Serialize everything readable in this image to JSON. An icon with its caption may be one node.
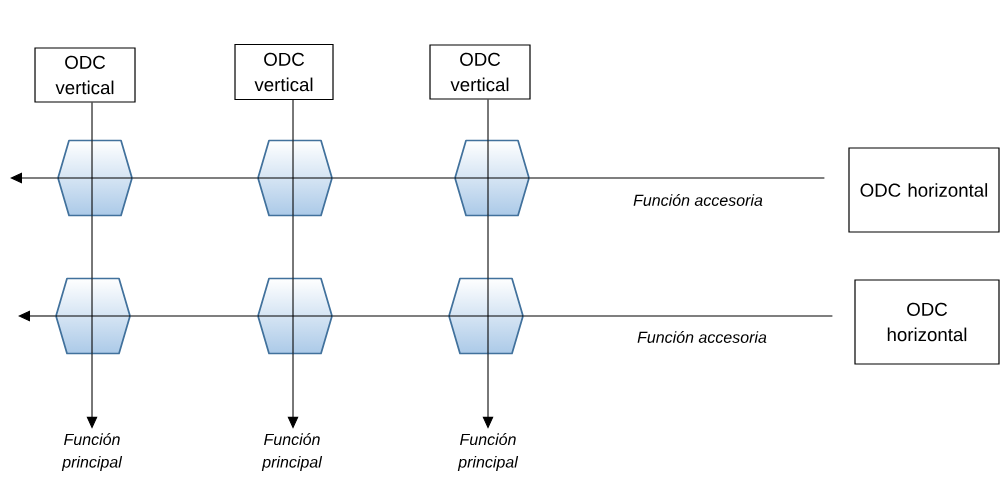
{
  "diagram": {
    "nodes": [
      {
        "text": [
          "ODC vertical"
        ]
      },
      {
        "text": [
          "ODC vertical"
        ]
      },
      {
        "text": [
          "ODC vertical"
        ]
      },
      {
        "text": [
          "ODC horizontal"
        ]
      },
      {
        "text": [
          "ODC horizontal"
        ]
      },
      {
        "text": [],
        "shape": "hexagon"
      },
      {
        "text": [],
        "shape": "hexagon"
      },
      {
        "text": [],
        "shape": "hexagon"
      },
      {
        "text": [],
        "shape": "hexagon"
      },
      {
        "text": [],
        "shape": "hexagon"
      },
      {
        "text": [],
        "shape": "hexagon"
      },
      {
        "text": [
          "Función principal"
        ]
      },
      {
        "text": [
          "Función principal"
        ]
      },
      {
        "text": [
          "Función principal"
        ]
      }
    ],
    "edges": [
      {
        "from": 0,
        "to": 5,
        "arrow": "none"
      },
      {
        "from": 5,
        "to": 8,
        "arrow": "none"
      },
      {
        "from": 8,
        "to": 11,
        "arrow": "to"
      },
      {
        "from": 1,
        "to": 6,
        "arrow": "none"
      },
      {
        "from": 6,
        "to": 9,
        "arrow": "none"
      },
      {
        "from": 9,
        "to": 12,
        "arrow": "to"
      },
      {
        "from": 2,
        "to": 7,
        "arrow": "none"
      },
      {
        "from": 7,
        "to": 10,
        "arrow": "none"
      },
      {
        "from": 10,
        "to": 13,
        "arrow": "to"
      },
      {
        "from": 3,
        "to": 7,
        "arrow": "none",
        "label": "Función accesoria"
      },
      {
        "from": 7,
        "to": 6,
        "arrow": "none"
      },
      {
        "from": 6,
        "to": 5,
        "arrow": "none"
      },
      {
        "from": 5,
        "to": null,
        "arrow": "to"
      },
      {
        "from": 4,
        "to": 10,
        "arrow": "none",
        "label": "Función accesoria"
      },
      {
        "from": 10,
        "to": 9,
        "arrow": "none"
      },
      {
        "from": 9,
        "to": 8,
        "arrow": "none"
      },
      {
        "from": 8,
        "to": null,
        "arrow": "to"
      }
    ]
  }
}
